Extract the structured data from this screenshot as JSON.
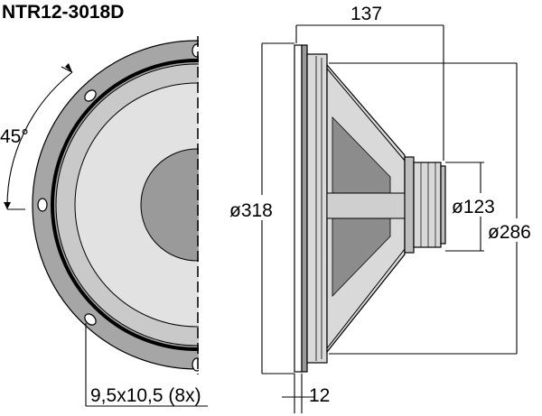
{
  "title": "NTR12-3018D",
  "front_view": {
    "angle_label": "45°",
    "mounting_holes_label": "9,5x10,5 (8x)"
  },
  "side_view": {
    "depth_label": "137",
    "outer_diameter_label": "ø318",
    "magnet_diameter_label": "ø123",
    "cutout_diameter_label": "ø286",
    "flange_thickness_label": "12"
  },
  "colors": {
    "frame_gray": "#a6a6a6",
    "surround_gray": "#c9c9c9",
    "cone_gray": "#e2e2e2",
    "dustcap_gray": "#9a9a9a",
    "basket_light": "#d9d9d9",
    "basket_dark": "#8c8c8c",
    "line": "#000000"
  }
}
